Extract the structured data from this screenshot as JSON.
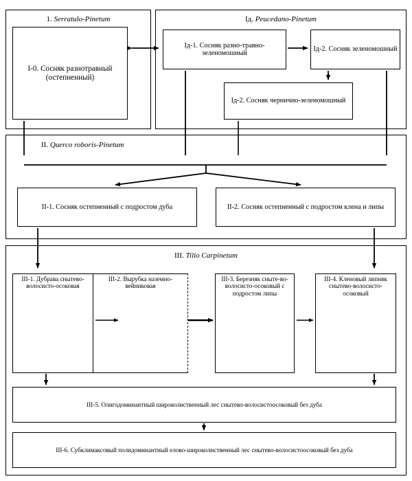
{
  "diagram": {
    "title_hidden": "Successional scheme of forest communities",
    "groups": [
      {
        "id": "group-1",
        "number": "1.",
        "name": "Serratulo-Pinetum"
      },
      {
        "id": "group-1d",
        "number": "Iд.",
        "name": "Peucedano-Pinetum"
      },
      {
        "id": "group-2",
        "number": "II.",
        "name": "Querco roboris-Pinetum"
      },
      {
        "id": "group-3",
        "number": "III.",
        "name": "Tilio Carpinetum"
      }
    ],
    "nodes": [
      {
        "id": "node-I-0",
        "label": "I-0. Сосняк разнотравный (остепненный)"
      },
      {
        "id": "node-Id-1",
        "label": "Iд-1. Сосняк разно-травно-зеленомошный"
      },
      {
        "id": "node-Id-2",
        "label": "Iд-2. Сосняк зеленомошный"
      },
      {
        "id": "node-Id-2-chern",
        "label": "Iд-2. Сосняк чернично-зеленомошный"
      },
      {
        "id": "node-II-1",
        "label": "II-1. Сосняк остепненный с подростом дуба"
      },
      {
        "id": "node-II-2",
        "label": "II-2. Сосняк остепненный с подростом клена и липы"
      },
      {
        "id": "node-III-1",
        "label": "III-1. Дубрава снытево-волосисто-осоковая"
      },
      {
        "id": "node-III-2",
        "label": "III-2. Вырубка наземно-вейниковая"
      },
      {
        "id": "node-III-3",
        "label": "III-3. Березняк сныте-во-волосисто-осоковый с подростом липы"
      },
      {
        "id": "node-III-4",
        "label": "III-4. Кленовый липняк снытево-волосисто-осоковый"
      },
      {
        "id": "node-III-5",
        "label": "III-5. Олигодоминантный широколиственный лес снытево-волосистоосоковый без дуба"
      },
      {
        "id": "node-III-6",
        "label": "III-6. Субклимаксовый полидоминантный елово-широколиственный лес снытево-волосистоосоковый без дуба"
      }
    ],
    "colors": {
      "stroke": "#000000",
      "background": "#ffffff"
    }
  }
}
